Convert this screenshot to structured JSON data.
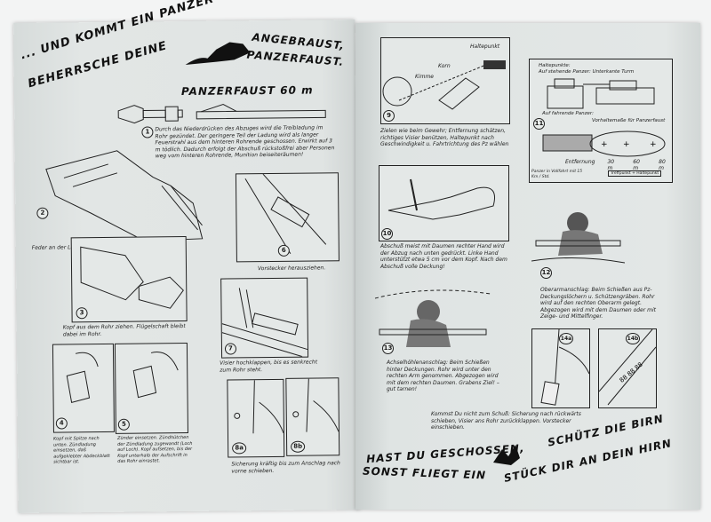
{
  "left_page": {
    "headline": {
      "line1": "... UND KOMMT EIN PANZER",
      "line2": "BEHERRSCHE DEINE",
      "right1": "ANGEBRAUST,",
      "right2": "PANZERFAUST."
    },
    "title": "PANZERFAUST 60 m",
    "figures": [
      {
        "num": "1",
        "caption": "Durch das Niederdrücken des Abzuges wird die Treibladung im Rohr gezündet. Der geringere Teil der Ladung wird als langer Feuerstrahl aus dem hinteren Rohrende geschossen. Erwirkt auf 3 m tödlich. Dadurch erfolgt der Abschuß rückstoßfrei aber Personen weg vom hinteren Rohrende, Munition beiseiteräumen!"
      },
      {
        "num": "2",
        "caption": "Feder an der Lasche anheben."
      },
      {
        "num": "3",
        "caption": "Kopf aus dem Rohr ziehen. Flügelschaft bleibt dabei im Rohr."
      },
      {
        "num": "4",
        "caption": "Kopf mit Spitze nach unten. Zündladung einsetzen, daß aufgeklebter Abdeckblatt sichtbar ist."
      },
      {
        "num": "5",
        "caption": "Zünder einsetzen. Zündhütchen der Zündladung zugewandt (Loch auf Loch). Kopf aufsetzen, bis der Kopf unterhalb der Aufschrift in das Rohr einrastet."
      },
      {
        "num": "6",
        "caption": "Vorstecker herausziehen."
      },
      {
        "num": "7",
        "caption": "Visier hochklappen, bis es senkrecht zum Rohr steht."
      },
      {
        "num": "8a",
        "caption": ""
      },
      {
        "num": "8b",
        "caption": "Sicherung kräftig bis zum Anschlag nach vorne schieben."
      }
    ]
  },
  "right_page": {
    "figures": [
      {
        "num": "9",
        "labels": [
          "Haltepunkt",
          "Korn",
          "Kimme"
        ],
        "caption": "Zielen wie beim Gewehr; Entfernung schätzen, richtiges Visier benützen, Haltepunkt nach Geschwindigkeit u. Fahrtrichtung des Pz wählen"
      },
      {
        "num": "10",
        "caption": "Abschuß meist mit Daumen rechter Hand wird der Abzug nach unten gedrückt. Linke Hand unterstützt etwa 5 cm vor dem Kopf. Nach dem Abschuß volle Deckung!"
      },
      {
        "num": "11",
        "caption": ""
      },
      {
        "num": "12",
        "caption": "Oberarmanschlag: Beim Schießen aus Pz-Deckungslöchern u. Schützengräben. Rohr wird auf den rechten Oberarm gelegt. Abgezogen wird mit dem Daumen oder mit Zeige- und Mittelfinger."
      },
      {
        "num": "13",
        "caption": "Achselhöhlenanschlag: Beim Schießen hinter Deckungen. Rohr wird unter den rechten Arm genommen. Abgezogen wird mit dem rechten Daumen. Grabens Ziel! – gut tarnen!"
      },
      {
        "num": "14a",
        "caption": "Kommst Du nicht zum Schuß: Sicherung nach rückwärts schieben, Visier ans Rohr zurückklappen."
      },
      {
        "num": "14b",
        "caption": "Vorstecker einschieben."
      }
    ],
    "fig11": {
      "title": "Haltepunkte:",
      "standing": "Auf stehende Panzer: Unterkante Turm",
      "moving": "Auf fahrende Panzer:",
      "lead": "Vorhaltemaße für Panzerfaust",
      "distance_label": "Entfernung",
      "distances": [
        "30 m",
        "60 m",
        "80 m"
      ],
      "note": "Panzer in Vollfahrt mit 15 Km / Std.",
      "legend": "Treffpunkt + Haltepunkt"
    },
    "slogan": {
      "line1a": "HAST DU GESCHOSSEN,",
      "line1b": "SCHÜTZ DIE BIRN",
      "line2a": "SONST FLIEGT EIN",
      "line2b": "STÜCK DIR AN DEIN HIRN"
    }
  }
}
